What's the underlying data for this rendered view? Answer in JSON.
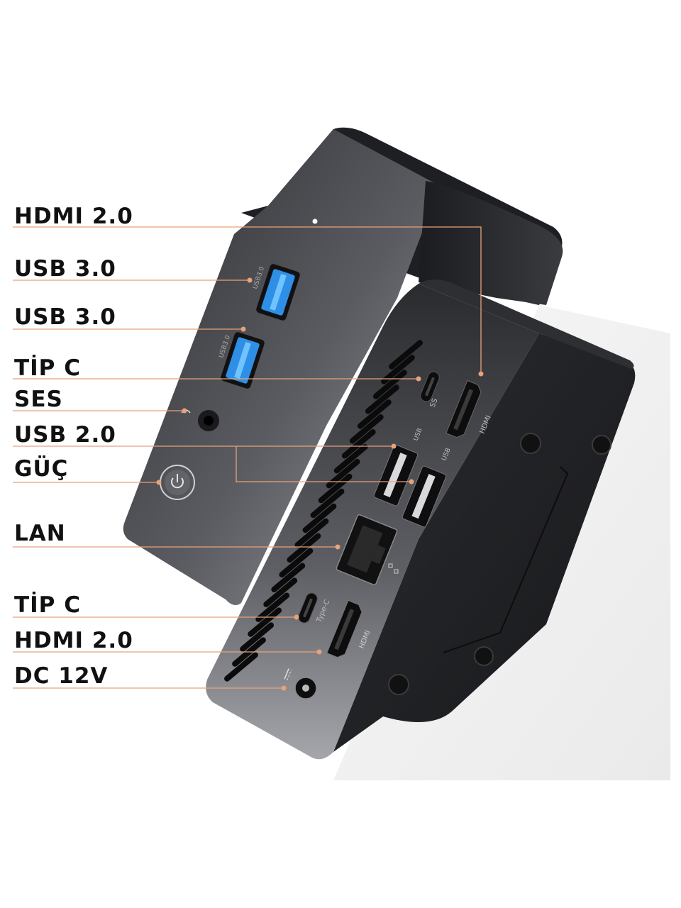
{
  "labels": [
    {
      "text": "HDMI 2.0"
    },
    {
      "text": "USB 3.0"
    },
    {
      "text": "USB 3.0"
    },
    {
      "text": "TİP C"
    },
    {
      "text": "SES"
    },
    {
      "text": "USB 2.0"
    },
    {
      "text": "GÜÇ"
    },
    {
      "text": "LAN"
    },
    {
      "text": "TİP C"
    },
    {
      "text": "HDMI 2.0"
    },
    {
      "text": "DC 12V"
    }
  ],
  "device_markings": {
    "usb3_a": "USB3.0",
    "usb3_b": "USB3.0",
    "usb_a": "USB",
    "usb_b": "USB",
    "hdmi_back": "HDMI",
    "hdmi_front": "HDMI",
    "type_c_front": "Type-C",
    "ss_mark": "SS"
  },
  "colors": {
    "leader_line": "#e8a27a",
    "usb3_blue": "#2f8fe6",
    "device_body": "#26272a"
  }
}
